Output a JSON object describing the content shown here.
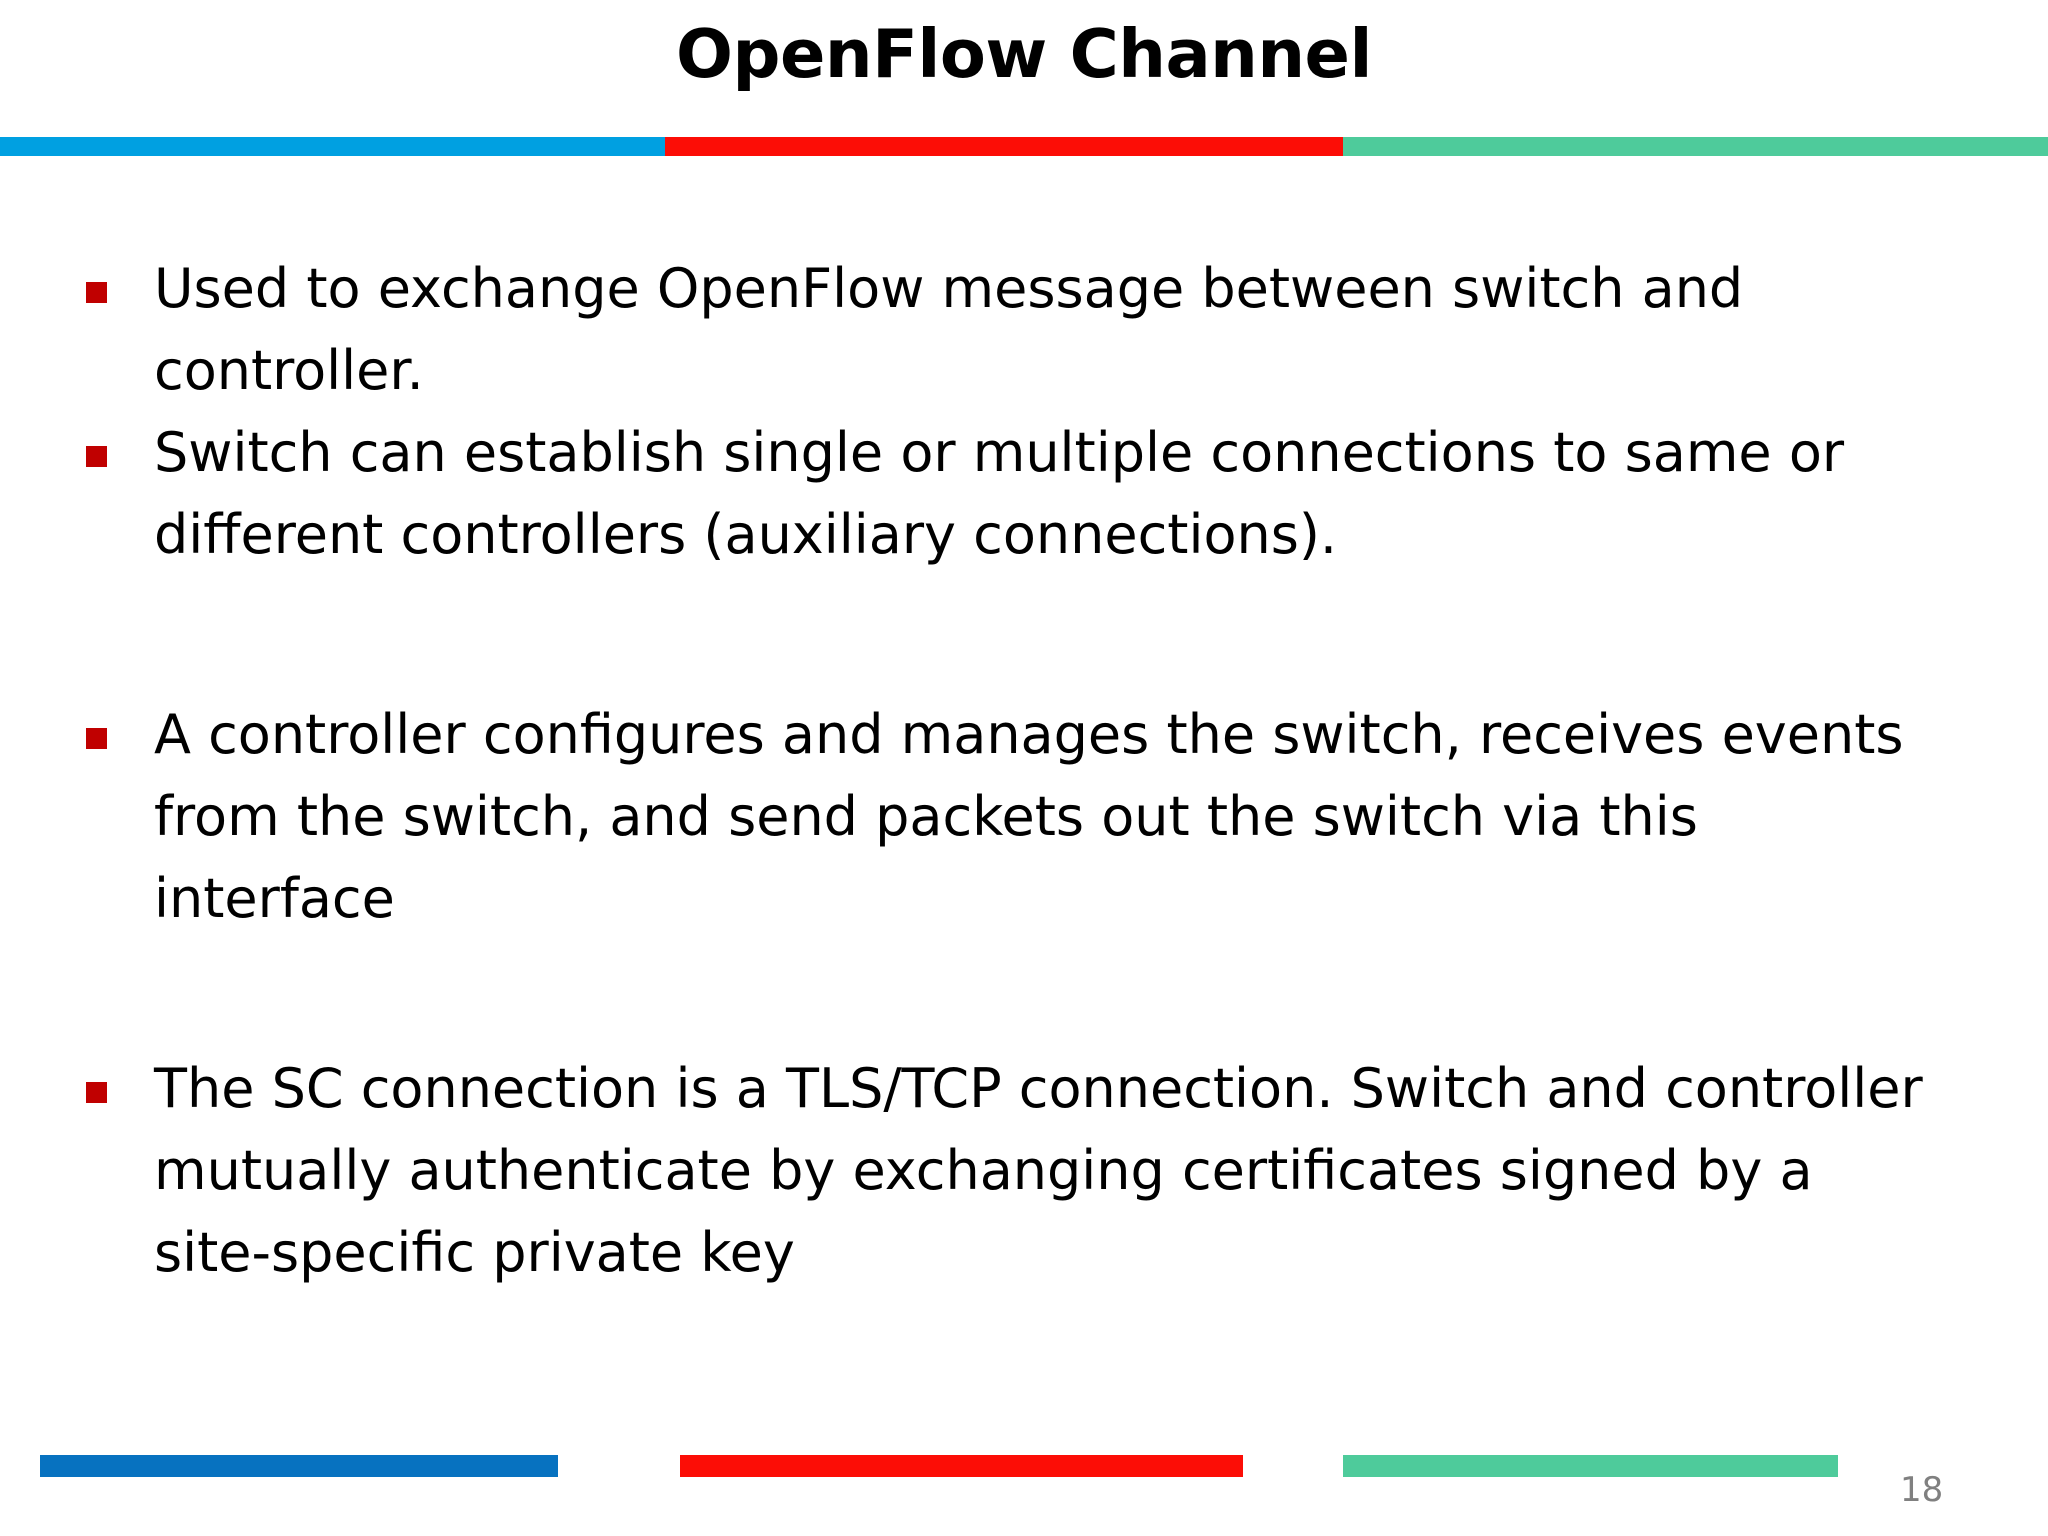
{
  "slide": {
    "title": "OpenFlow Channel",
    "page_number": "18",
    "background_color": "#FFFFFF"
  },
  "top_rule": {
    "segments": [
      {
        "name": "blue",
        "color": "#00A0E1"
      },
      {
        "name": "red",
        "color": "#FC0D06"
      },
      {
        "name": "green",
        "color": "#4ECB9B"
      }
    ]
  },
  "footer_rule": {
    "segments": [
      {
        "name": "blue",
        "color": "#0772C0"
      },
      {
        "name": "red",
        "color": "#FC0D06"
      },
      {
        "name": "green",
        "color": "#4ECB9B"
      }
    ]
  },
  "body": {
    "bullet_marker_color": "#C00000",
    "text_color": "#000000",
    "bullets": [
      {
        "text": "Used to exchange OpenFlow message between switch and controller."
      },
      {
        "text": "Switch can establish single or multiple connections to same or different controllers (auxiliary connections)."
      },
      {
        "text": "A controller configures and manages the switch, receives events from the switch, and send packets out the switch via this interface"
      },
      {
        "text": "The SC connection is a TLS/TCP  connection. Switch and controller mutually authenticate by exchanging certificates signed by a site-specific private key"
      }
    ]
  }
}
